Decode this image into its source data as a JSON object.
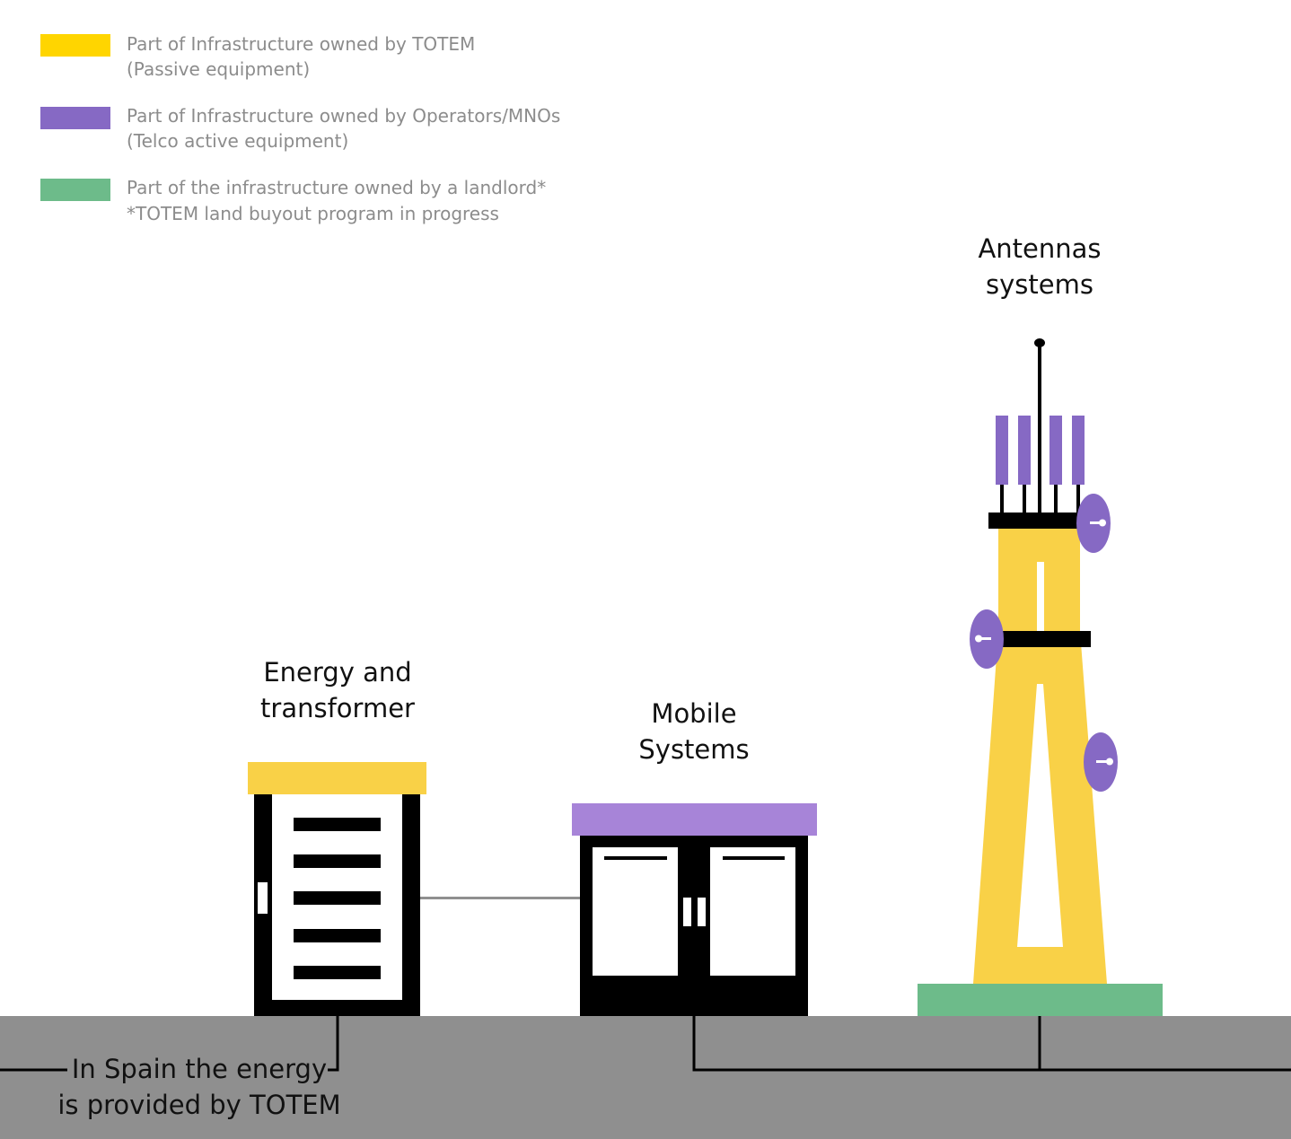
{
  "legend": [
    {
      "line1": "Part of Infrastructure owned by TOTEM",
      "line2": "(Passive equipment)",
      "color": "#FFD500"
    },
    {
      "line1": "Part of Infrastructure owned by Operators/MNOs",
      "line2": "(Telco active equipment)",
      "color": "#8669C4"
    },
    {
      "line1": "Part of the infrastructure owned by a landlord*",
      "line2": "*TOTEM land buyout program in progress",
      "color": "#6DBB8A"
    }
  ],
  "labels": {
    "antennas": [
      "Antennas",
      "systems"
    ],
    "energy": [
      "Energy and",
      "transformer"
    ],
    "mobile": [
      "Mobile",
      "Systems"
    ]
  },
  "note": [
    "In Spain the energy",
    "is provided by TOTEM"
  ],
  "colors": {
    "tower": "#F9D147",
    "mobile_top": "#A784D8",
    "ground": "#8F8F8F",
    "connector": "#8F8F8F"
  }
}
